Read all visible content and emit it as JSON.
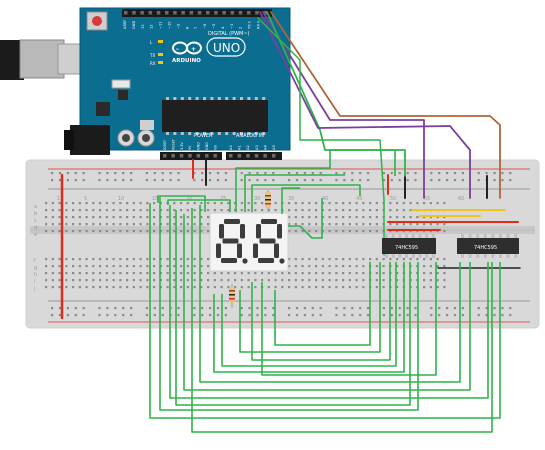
{
  "arduino": {
    "brand": "ARDUINO",
    "model": "UNO",
    "digital_header": "DIGITAL (PWM~)",
    "power_header": "POWER",
    "analog_header": "ANALOG IN",
    "led_labels": [
      "L",
      "TX",
      "RX"
    ],
    "top_pins": [
      "AREF",
      "GND",
      "13",
      "12",
      "~11",
      "~10",
      "~9",
      "8",
      "7",
      "~6",
      "~5",
      "4",
      "~3",
      "2",
      "TX 1",
      "RX 0"
    ],
    "power_pins": [
      "IOREF",
      "RESET",
      "3.3V",
      "5V",
      "GND",
      "GND",
      "Vin"
    ],
    "analog_pins": [
      "A0",
      "A1",
      "A2",
      "A3",
      "A4",
      "A5"
    ]
  },
  "breadboard": {
    "row_letters_top": [
      "a",
      "b",
      "c",
      "d",
      "e"
    ],
    "row_letters_bottom": [
      "f",
      "g",
      "h",
      "i",
      "j"
    ],
    "column_numbers": [
      "1",
      "5",
      "10",
      "15",
      "20",
      "25",
      "30",
      "35",
      "40",
      "45",
      "50",
      "55",
      "60"
    ]
  },
  "chips": [
    {
      "label": "74HC595"
    },
    {
      "label": "74HC595"
    }
  ],
  "display": {
    "digits": [
      "8.",
      "8."
    ]
  },
  "colors": {
    "board": "#0b6e91",
    "wire_green": "#2fb34a",
    "wire_purple": "#7b3fa0",
    "wire_brown": "#b0643a",
    "wire_red": "#e32b1b",
    "wire_yellow": "#f0c419",
    "wire_black": "#222222",
    "rail_red": "#d62d20",
    "chip_body": "#2e2e2e",
    "segment_off": "#3c3c3c"
  },
  "icons": [
    "usb-connector-icon",
    "power-jack-icon",
    "reset-button-icon",
    "arduino-infinity-logo-icon"
  ]
}
